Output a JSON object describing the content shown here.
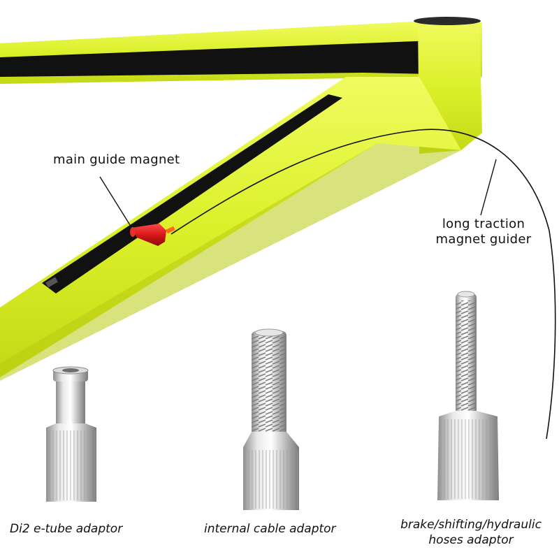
{
  "labels": {
    "main_guide_magnet": "main guide magnet",
    "long_traction_line1": "long traction",
    "long_traction_line2": "magnet guider",
    "di2_adaptor": "Di2 e-tube adaptor",
    "internal_cable_adaptor": "internal cable adaptor",
    "brake_line1": "brake/shifting/hydraulic",
    "brake_line2": "hoses adaptor"
  },
  "colors": {
    "frame": "#dcf02a",
    "frame_shade": "#b8cc12",
    "frame_stripe": "#111111",
    "magnet": "#d81818",
    "tip": "#ff6a1a",
    "metal": "#cfcfcf",
    "metal_dark": "#8c8c8c"
  }
}
